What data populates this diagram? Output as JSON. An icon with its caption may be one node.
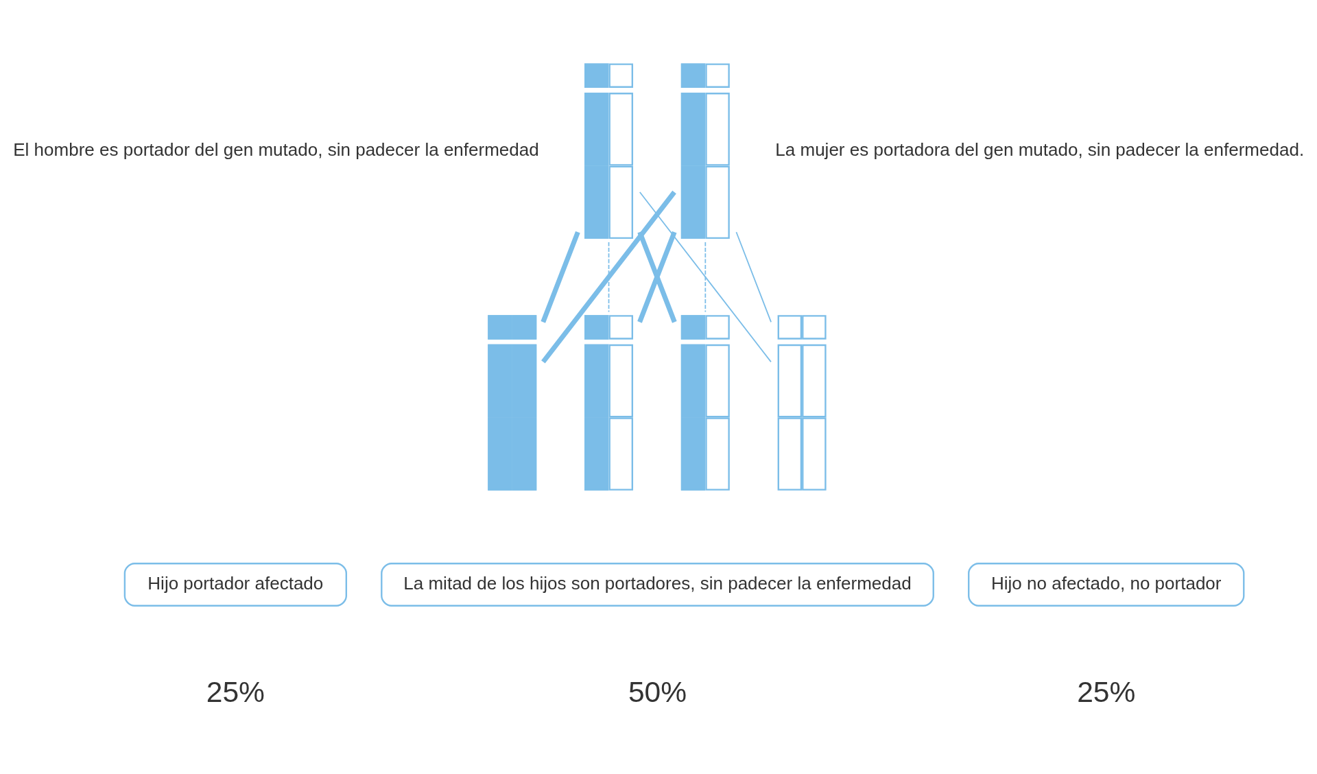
{
  "diagram": {
    "nodes": [
      {
        "text": [],
        "shape": "person",
        "beside": [
          "El hombre es portador del gen mutado, sin padecer la enfermedad"
        ]
      },
      {
        "text": [],
        "shape": "person",
        "beside": [
          "La mujer es portadora del gen mutado, sin padecer la enfermedad."
        ]
      },
      {
        "text": [],
        "shape": "person"
      },
      {
        "text": [],
        "shape": "person"
      },
      {
        "text": [],
        "shape": "person"
      },
      {
        "text": [],
        "shape": "person"
      },
      {
        "text": [
          "Hijo portador afectado"
        ],
        "beside": [
          "25%"
        ]
      },
      {
        "text": [
          "La mitad de los hijos son portadores, sin padecer la enfermedad"
        ],
        "beside": [
          "50%"
        ]
      },
      {
        "text": [
          "Hijo no afectado, no portador"
        ],
        "beside": [
          "25%"
        ]
      }
    ],
    "edges": [
      {
        "from": 0,
        "to": 2,
        "arrow": "none",
        "style": "thick"
      },
      {
        "from": 0,
        "to": 4,
        "arrow": "none",
        "style": "thick"
      },
      {
        "from": 0,
        "to": 3,
        "arrow": "none",
        "style": "dashed"
      },
      {
        "from": 0,
        "to": 5,
        "arrow": "none"
      },
      {
        "from": 1,
        "to": 2,
        "arrow": "none",
        "style": "thick"
      },
      {
        "from": 1,
        "to": 3,
        "arrow": "none",
        "style": "thick"
      },
      {
        "from": 1,
        "to": 4,
        "arrow": "none",
        "style": "dashed"
      },
      {
        "from": 1,
        "to": 5,
        "arrow": "none"
      }
    ]
  }
}
